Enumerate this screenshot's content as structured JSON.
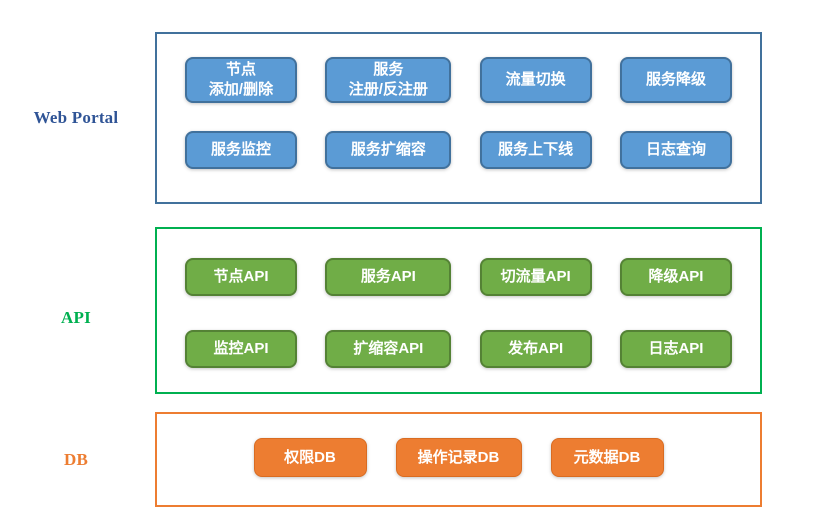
{
  "colors": {
    "blue_fill": "#5B9BD5",
    "blue_border": "#41719C",
    "blue_box_border": "#41719C",
    "blue_label": "#2F5496",
    "green_fill": "#70AD47",
    "green_border": "#548235",
    "green_box_border": "#00B050",
    "green_label": "#00B050",
    "orange_fill": "#ED7D31",
    "orange_border": "#D96C22",
    "orange_box_border": "#ED7D31",
    "orange_label": "#ED7D31",
    "button_text": "#FFFFFF"
  },
  "sections": {
    "web_portal": {
      "label": "Web Portal",
      "buttons_row1": [
        "节点\n添加/删除",
        "服务\n注册/反注册",
        "流量切换",
        "服务降级"
      ],
      "buttons_row2": [
        "服务监控",
        "服务扩缩容",
        "服务上下线",
        "日志查询"
      ]
    },
    "api": {
      "label": "API",
      "buttons_row1": [
        "节点API",
        "服务API",
        "切流量API",
        "降级API"
      ],
      "buttons_row2": [
        "监控API",
        "扩缩容API",
        "发布API",
        "日志API"
      ]
    },
    "db": {
      "label": "DB",
      "buttons": [
        "权限DB",
        "操作记录DB",
        "元数据DB"
      ]
    }
  }
}
